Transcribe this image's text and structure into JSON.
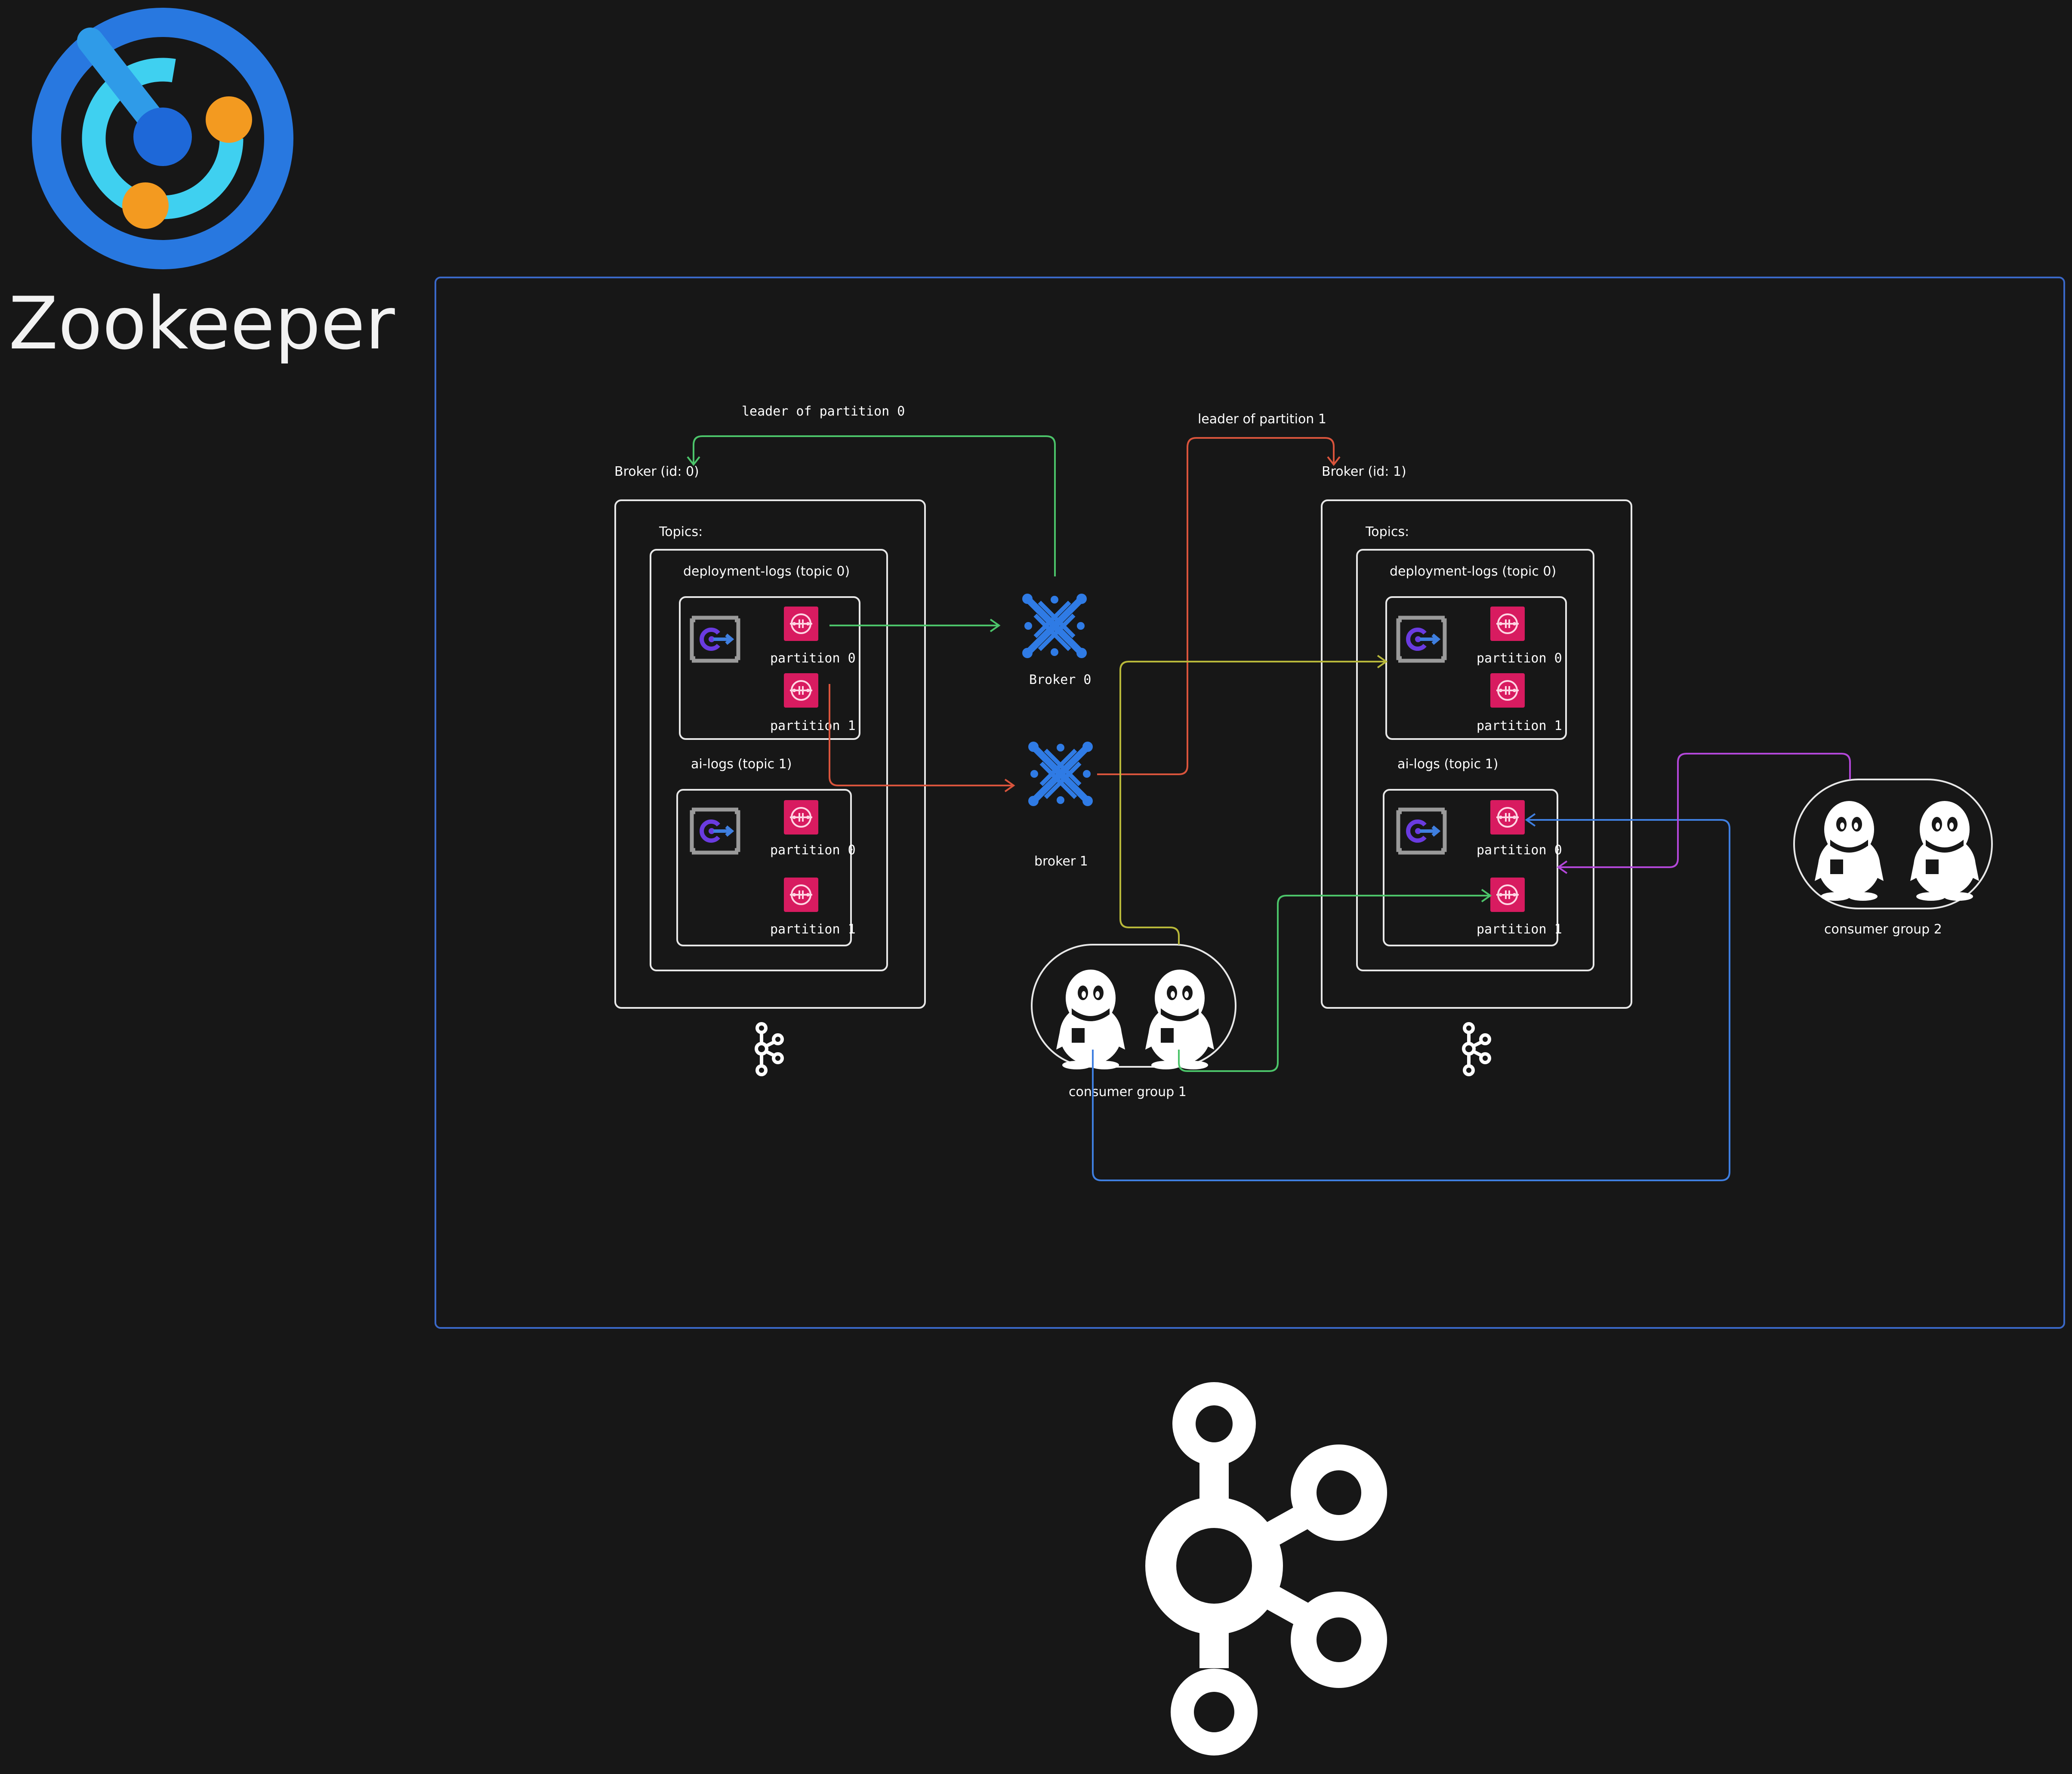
{
  "logo": {
    "title": "Zookeeper",
    "icon": "zookeeper-logo-icon"
  },
  "colors": {
    "background": "#171717",
    "frame": "#3a68c8",
    "green": "#4cc46a",
    "red": "#d9543c",
    "yellow": "#b8b83a",
    "purple": "#b347d9",
    "blue": "#3f7fe0",
    "partition_icon": "#d81b60",
    "broker_icon": "#2f7be5"
  },
  "arrows": {
    "leader_p0": "leader of partition 0",
    "leader_p1": "leader of partition 1"
  },
  "broker0": {
    "title": "Broker (id: 0)",
    "topics_label": "Topics:",
    "topic0": {
      "label": "deployment-logs   (topic 0)",
      "p0": "partition 0",
      "p1": "partition 1"
    },
    "topic1": {
      "label": "ai-logs    (topic 1)",
      "p0": "partition 0",
      "p1": "partition 1"
    }
  },
  "broker1": {
    "title": "Broker (id: 1)",
    "topics_label": "Topics:",
    "topic0": {
      "label": "deployment-logs   (topic 0)",
      "p0": "partition 0",
      "p1": "partition 1"
    },
    "topic1": {
      "label": "ai-logs    (topic 1)",
      "p0": "partition 0",
      "p1": "partition 1"
    }
  },
  "nodes": {
    "broker_a": "Broker 0",
    "broker_b": "broker 1"
  },
  "consumers": {
    "group1": "consumer group 1",
    "group2": "consumer group 2"
  },
  "footer": {
    "icon": "kafka-logo-icon"
  }
}
